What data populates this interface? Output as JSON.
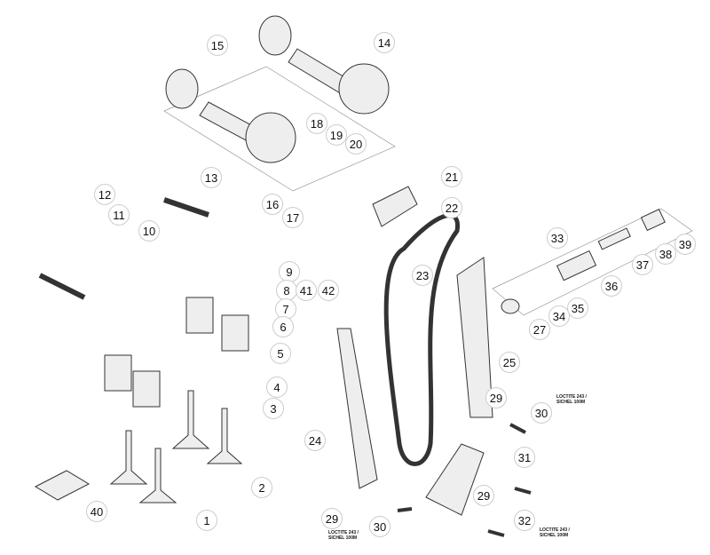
{
  "diagram": {
    "callouts": [
      "15",
      "14",
      "18",
      "19",
      "20",
      "13",
      "21",
      "12",
      "11",
      "16",
      "17",
      "22",
      "10",
      "33",
      "39",
      "38",
      "37",
      "9",
      "23",
      "8",
      "41",
      "42",
      "36",
      "7",
      "35",
      "34",
      "6",
      "27",
      "5",
      "25",
      "4",
      "29",
      "3",
      "30",
      "24",
      "31",
      "2",
      "29",
      "40",
      "1",
      "29",
      "30",
      "32"
    ],
    "notes": {
      "n1": "LOCTITE 243 /",
      "n1b": "SICHEL 100M",
      "n2": "LOCTITE 243 /",
      "n2b": "SICHEL 100M",
      "n3": "LOCTITE 243 /",
      "n3b": "SICHEL 100M"
    }
  }
}
